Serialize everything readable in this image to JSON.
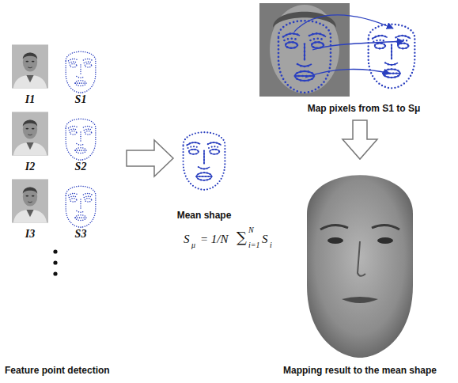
{
  "diagram": {
    "labels": [
      "I1",
      "S1",
      "I2",
      "S2",
      "I3",
      "S3",
      "Mean shape",
      "S",
      "μ",
      "= 1/N",
      "∑",
      "N",
      "i=1",
      "S",
      "i",
      "Map pixels from S1 to Sμ",
      "Feature point detection",
      "Mapping result to the mean shape"
    ]
  }
}
